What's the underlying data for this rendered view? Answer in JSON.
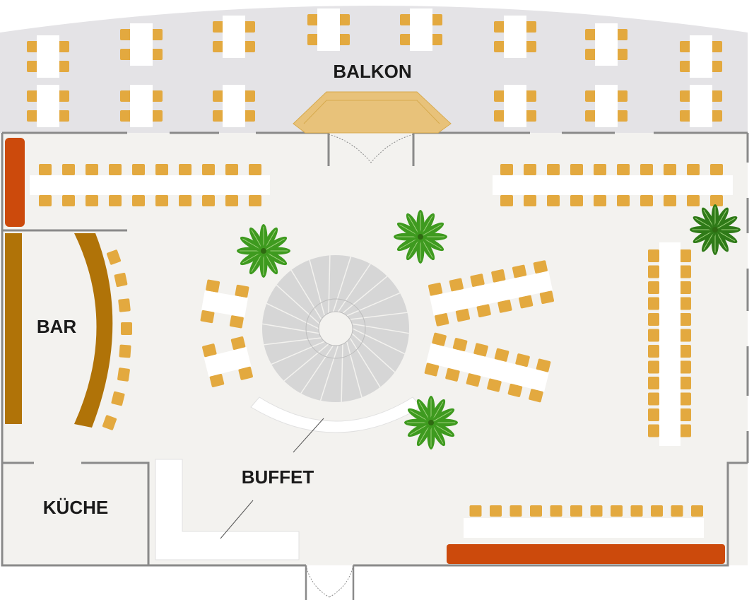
{
  "labels": {
    "balcony": "BALKON",
    "bar": "BAR",
    "buffet": "BUFFET",
    "kitchen": "KÜCHE"
  },
  "colors": {
    "chair": "#e3a93f",
    "table": "#ffffff",
    "floor": "#f3f2ef",
    "balcony_floor": "#e4e3e6",
    "wall": "#8a8a8a",
    "bar_counter": "#b07308",
    "sofa": "#cc4a0c",
    "stage": "#e8c27a",
    "stairs": "#d6d6d6",
    "plant": "#3e9a1f"
  },
  "icons": {
    "plant": "plant-icon",
    "stairs": "spiral-staircase-icon",
    "door": "double-door-icon"
  }
}
